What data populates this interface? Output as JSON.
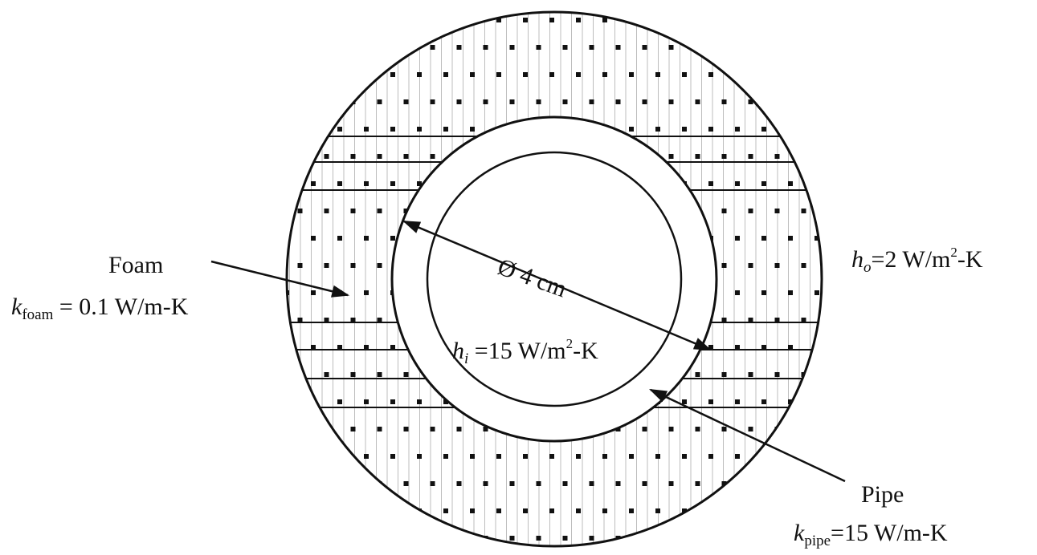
{
  "labels": {
    "foam": "Foam",
    "k_foam_symbol": "k",
    "k_foam_sub": "foam",
    "k_foam_value": " = 0.1 W/m-K",
    "h_o_symbol": "h",
    "h_o_sub": "o",
    "h_o_value": "=2 W/m",
    "h_o_exp": "2",
    "h_o_tail": "-K",
    "h_i_symbol": "h",
    "h_i_sub": "i",
    "h_i_value": " =15 W/m",
    "h_i_exp": "2",
    "h_i_tail": "-K",
    "diameter": "Ø 4 cm",
    "pipe": "Pipe",
    "k_pipe_symbol": "k",
    "k_pipe_sub": "pipe",
    "k_pipe_value": "=15 W/m-K"
  },
  "colors": {
    "line": "#111111",
    "background": "#ffffff"
  }
}
